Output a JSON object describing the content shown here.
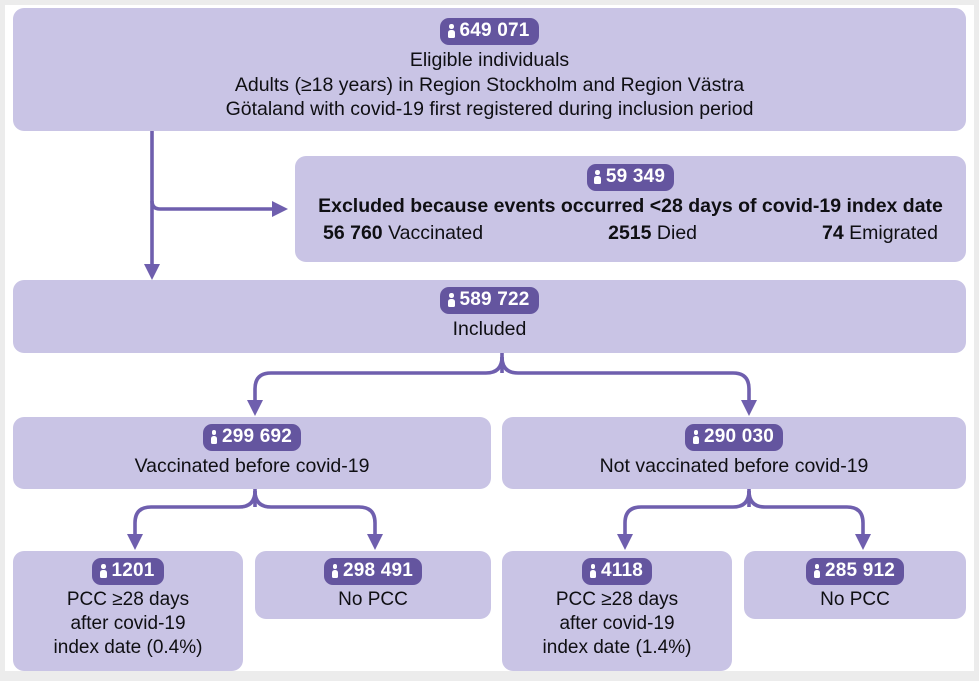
{
  "figure": {
    "type": "flowchart",
    "accent_box_fill": "#c9c4e5",
    "badge_fill": "#64559f",
    "connector_color": "#6f5fae",
    "icon": "person-icon"
  },
  "nodes": {
    "eligible": {
      "count": "649 071",
      "line1": "Eligible individuals",
      "line2": "Adults (≥18 years) in Region Stockholm and Region Västra",
      "line3": "Götaland with covid-19 first registered during inclusion period"
    },
    "excluded": {
      "count": "59 349",
      "title": "Excluded because events occurred <28 days of covid-19 index date",
      "items": [
        {
          "number": "56 760",
          "label": "Vaccinated"
        },
        {
          "number": "2515",
          "label": "Died"
        },
        {
          "number": "74",
          "label": "Emigrated"
        }
      ]
    },
    "included": {
      "count": "589 722",
      "label": "Included"
    },
    "vaccinated": {
      "count": "299 692",
      "label": "Vaccinated before covid-19"
    },
    "not_vaccinated": {
      "count": "290 030",
      "label": "Not vaccinated before covid-19"
    },
    "pcc_vaccinated": {
      "count": "1201",
      "line1": "PCC ≥28 days",
      "line2": "after covid-19",
      "line3": "index date (0.4%)"
    },
    "no_pcc_vaccinated": {
      "count": "298 491",
      "label": "No PCC"
    },
    "pcc_not_vaccinated": {
      "count": "4118",
      "line1": "PCC ≥28 days",
      "line2": "after covid-19",
      "line3": "index date (1.4%)"
    },
    "no_pcc_not_vaccinated": {
      "count": "285 912",
      "label": "No PCC"
    }
  }
}
